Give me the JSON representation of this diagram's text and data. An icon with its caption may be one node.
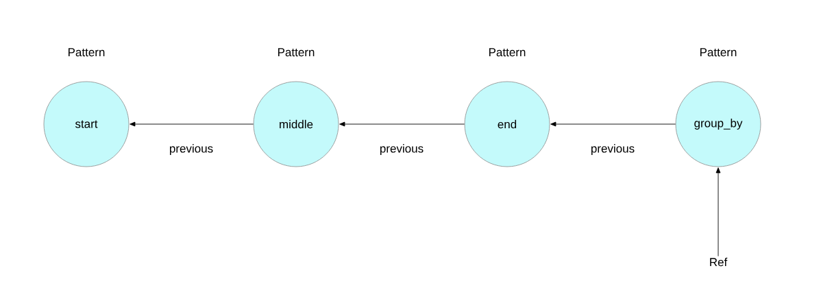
{
  "diagram": {
    "nodes": [
      {
        "text": [
          "Pattern",
          "start"
        ]
      },
      {
        "text": [
          "Pattern",
          "middle"
        ]
      },
      {
        "text": [
          "Pattern",
          "end"
        ]
      },
      {
        "text": [
          "Pattern",
          "group_by"
        ]
      },
      {
        "text": [
          "Ref"
        ]
      }
    ],
    "edges": [
      {
        "from": 1,
        "to": 0,
        "arrow": "to",
        "label": "previous"
      },
      {
        "from": 2,
        "to": 1,
        "arrow": "to",
        "label": "previous"
      },
      {
        "from": 3,
        "to": 2,
        "arrow": "to",
        "label": "previous"
      },
      {
        "from": 4,
        "to": 3,
        "arrow": "to"
      }
    ]
  }
}
